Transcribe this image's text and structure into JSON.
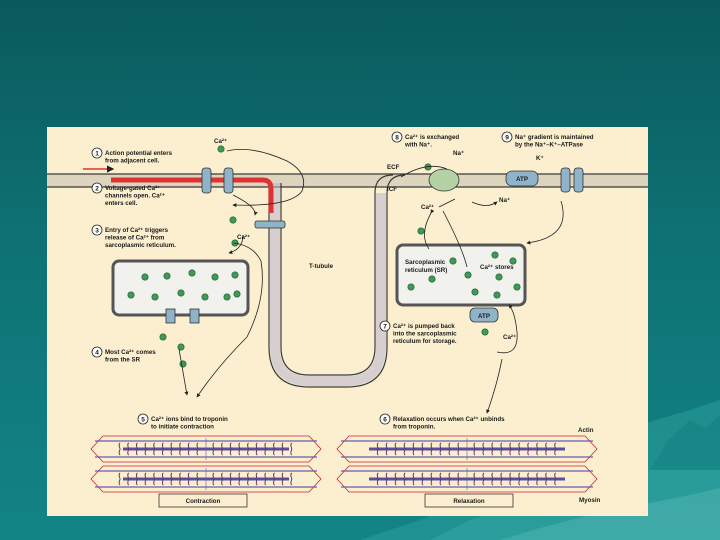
{
  "figure": {
    "labels": {
      "ca2_top": "Ca²⁺",
      "ecf": "ECF",
      "icf": "ICF",
      "na_plus": "Na⁺",
      "na_plus_2": "Na⁺",
      "k_plus": "K⁺",
      "atp": "ATP",
      "atp_sr": "ATP",
      "ca2_icf": "Ca²⁺",
      "ca2_step3": "Ca²⁺",
      "ca2_step7": "Ca²⁺",
      "ca2_stores": "Ca²⁺ stores",
      "t_tubule": "T-tubule",
      "sr_label_1": "Sarcoplasmic",
      "sr_label_2": "reticulum (SR)",
      "actin": "Actin",
      "myosin": "Myosin",
      "contraction": "Contraction",
      "relaxation": "Relaxation"
    },
    "steps": [
      {
        "num": "1",
        "lines": [
          "Action potential enters",
          "from adjacent cell."
        ]
      },
      {
        "num": "2",
        "lines": [
          "Voltage-gated Ca²⁺",
          "channels open. Ca²⁺",
          "enters cell."
        ]
      },
      {
        "num": "3",
        "lines": [
          "Entry of Ca²⁺ triggers",
          "release of Ca²⁺ from",
          "sarcoplasmic reticulum."
        ]
      },
      {
        "num": "4",
        "lines": [
          "Most Ca²⁺ comes",
          "from the SR"
        ]
      },
      {
        "num": "5",
        "lines": [
          "Ca²⁺ ions bind to troponin",
          "to initiate contraction"
        ]
      },
      {
        "num": "6",
        "lines": [
          "Relaxation occurs when Ca²⁺ unbinds",
          "from troponin."
        ]
      },
      {
        "num": "7",
        "lines": [
          "Ca²⁺ is pumped back",
          "into the sarcoplasmic",
          "reticulum for storage."
        ]
      },
      {
        "num": "8",
        "lines": [
          "Ca²⁺ is exchanged",
          "with Na⁺."
        ]
      },
      {
        "num": "9",
        "lines": [
          "Na⁺ gradient is maintained",
          "by the Na⁺–K⁺–ATPase"
        ]
      }
    ]
  }
}
